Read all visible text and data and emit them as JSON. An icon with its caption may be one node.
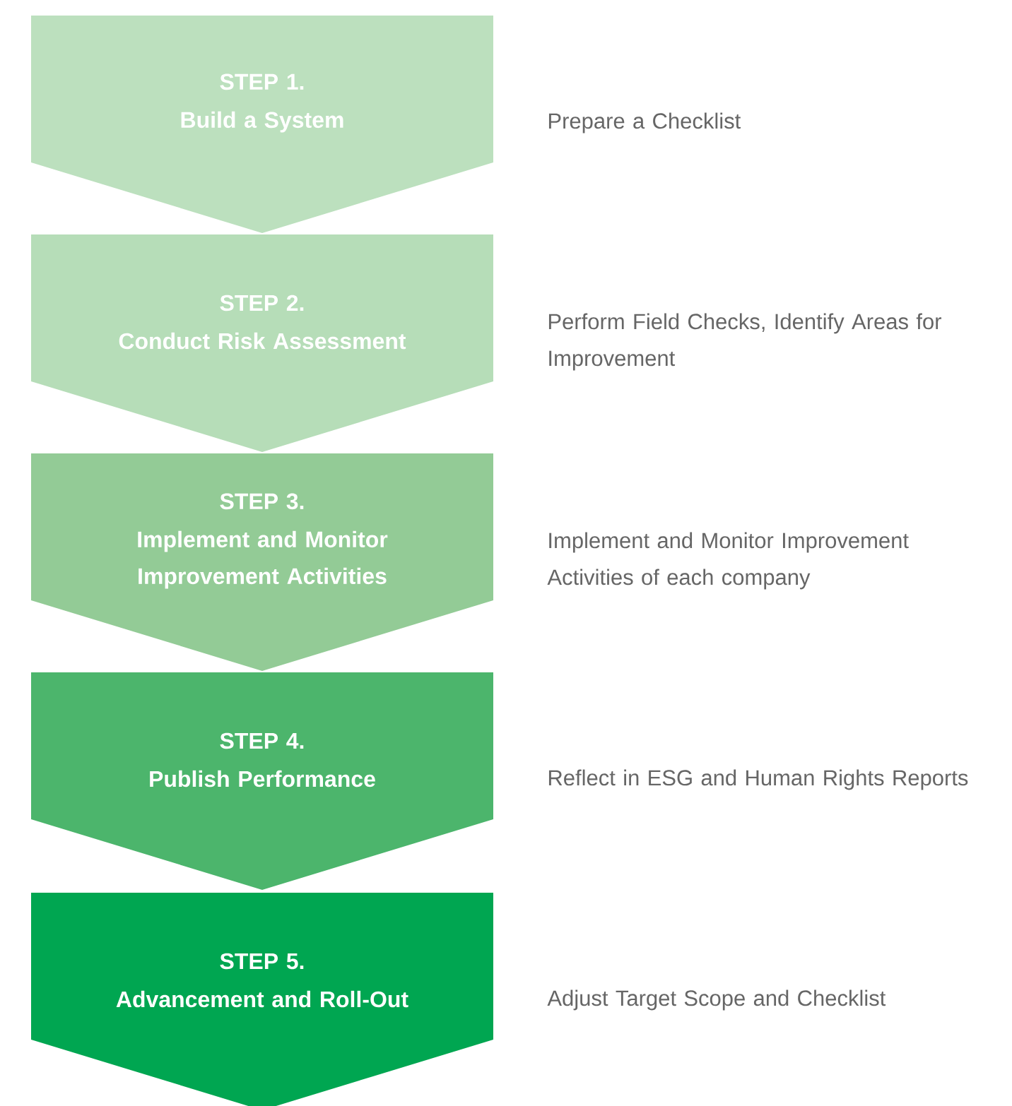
{
  "diagram": {
    "nodes": [
      {
        "text": [
          "STEP 1.",
          "Build a System"
        ],
        "beside": [
          "Prepare a Checklist"
        ]
      },
      {
        "text": [
          "STEP 2.",
          "Conduct Risk Assessment"
        ],
        "beside": [
          "Perform Field Checks, Identify Areas for Improvement"
        ]
      },
      {
        "text": [
          "STEP 3.",
          "Implement and Monitor Improvement Activities"
        ],
        "beside": [
          "Implement and Monitor Improvement Activities of each company"
        ]
      },
      {
        "text": [
          "STEP 4.",
          "Publish Performance"
        ],
        "beside": [
          "Reflect in ESG and Human Rights Reports"
        ]
      },
      {
        "text": [
          "STEP 5.",
          "Advancement and Roll-Out"
        ],
        "beside": [
          "Adjust Target Scope and Checklist"
        ]
      }
    ]
  }
}
